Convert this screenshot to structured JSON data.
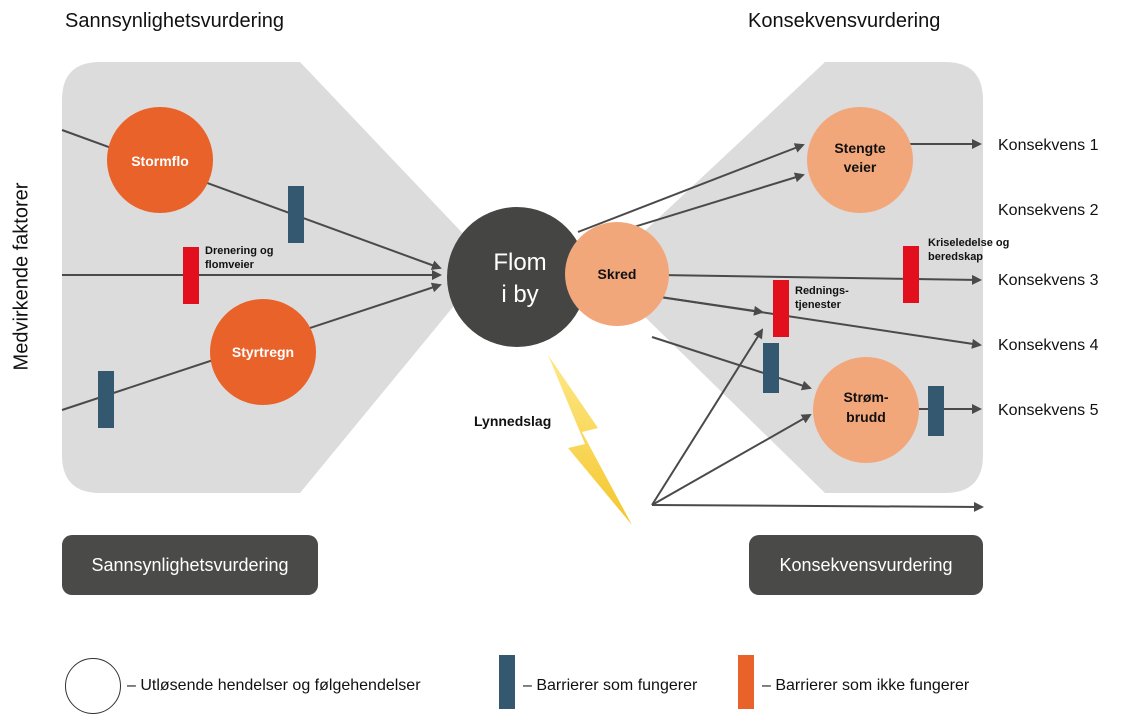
{
  "headings": {
    "left": "Sannsynlighetsvurdering",
    "right": "Konsekvensvurdering",
    "side": "Medvirkende faktorer"
  },
  "nodes": {
    "stormflo": "Stormflo",
    "styrtregn": "Styrtregn",
    "flom_line1": "Flom",
    "flom_line2": "i by",
    "skred": "Skred",
    "stengte_line1": "Stengte",
    "stengte_line2": "veier",
    "strom_line1": "Strøm-",
    "strom_line2": "brudd",
    "lynnedslag": "Lynnedslag"
  },
  "barriers": {
    "drenering_line1": "Drenering og",
    "drenering_line2": "flomveier",
    "rednings_line1": "Rednings-",
    "rednings_line2": "tjenester",
    "krise_line1": "Kriseledelse og",
    "krise_line2": "beredskap"
  },
  "consequences": [
    "Konsekvens 1",
    "Konsekvens 2",
    "Konsekvens 3",
    "Konsekvens 4",
    "Konsekvens 5"
  ],
  "buttons": {
    "left": "Sannsynlighetsvurdering",
    "right": "Konsekvensvurdering"
  },
  "legend": {
    "events": "– Utløsende hendelser og følgehendelser",
    "working": "– Barrierer som fungerer",
    "failing": "– Barrierer som ikke fungerer"
  },
  "colors": {
    "panel": "#dcdcdc",
    "dark_node": "#454543",
    "orange_event": "#e8622a",
    "light_orange_event": "#f2a77b",
    "barrier_working": "#33586f",
    "barrier_failing": "#e2101d",
    "arrow": "#4a4a4a",
    "lightning": "#f9d64b"
  },
  "icons": [
    "arrow-icon",
    "lightning-icon"
  ]
}
